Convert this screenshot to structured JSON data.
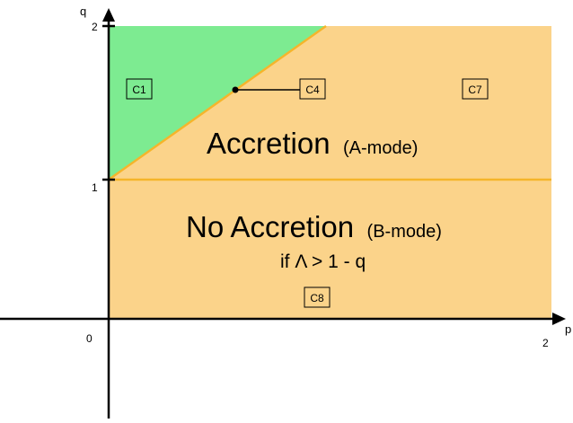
{
  "axes": {
    "x_label": "p",
    "y_label": "q",
    "origin_label": "0",
    "x_tick_label": "2",
    "y_tick_1_label": "1",
    "y_tick_2_label": "2"
  },
  "regions": {
    "accretion": {
      "main": "Accretion",
      "sub": "(A-mode)",
      "color": "#fbd38a"
    },
    "no_accretion": {
      "main": "No Accretion",
      "sub": "(B-mode)",
      "condition": "if  Λ > 1 - q",
      "color": "#fbd38a"
    },
    "green_region_color": "#7deb91",
    "boundary_color": "#f5b52b"
  },
  "boxes": {
    "c1": "C1",
    "c4": "C4",
    "c7": "C7",
    "c8": "C8"
  }
}
